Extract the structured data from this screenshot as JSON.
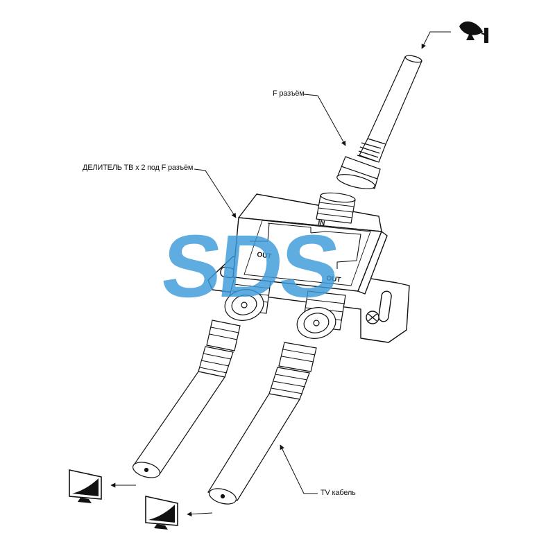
{
  "labels": {
    "f_connector": "F разъём",
    "splitter": "ДЕЛИТЕЛЬ ТВ х 2 под F разъём",
    "tv_cable": "TV кабель"
  },
  "ports": {
    "input": "IN",
    "out_left": "OUT",
    "out_right": "OUT"
  },
  "watermark": {
    "text": "SDS",
    "color": "#3a9ad9"
  },
  "icons": {
    "source": "satellite-dish-icon",
    "outputs": [
      "tv-icon",
      "tv-icon"
    ]
  }
}
